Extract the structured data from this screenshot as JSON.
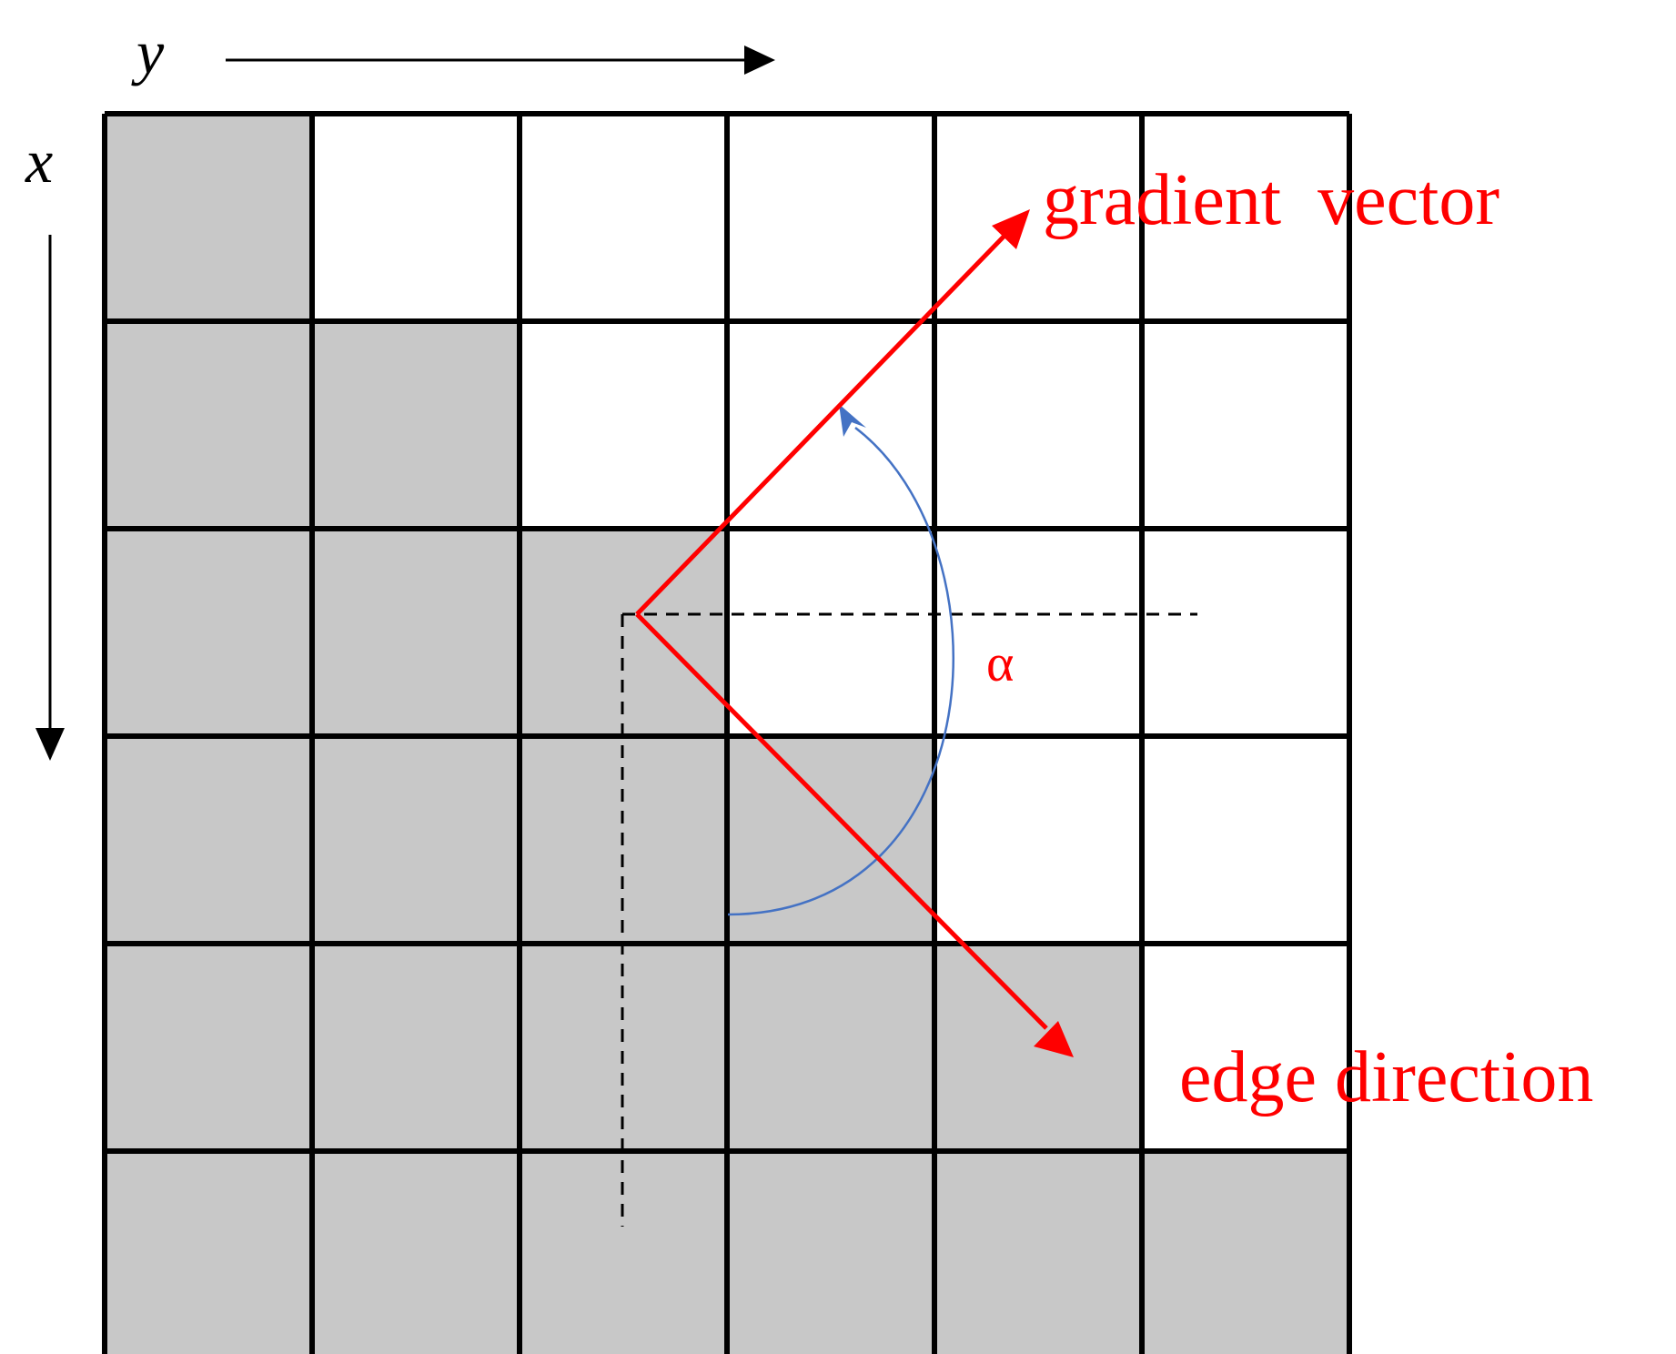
{
  "axes": {
    "y_label": "y",
    "x_label": "x"
  },
  "grid": {
    "rows": 6,
    "cols": 6,
    "shaded_cells": [
      [
        1,
        0,
        0,
        0,
        0,
        0
      ],
      [
        1,
        1,
        0,
        0,
        0,
        0
      ],
      [
        1,
        1,
        1,
        0,
        0,
        0
      ],
      [
        1,
        1,
        1,
        1,
        0,
        0
      ],
      [
        1,
        1,
        1,
        1,
        1,
        0
      ],
      [
        1,
        1,
        1,
        1,
        1,
        1
      ]
    ]
  },
  "labels": {
    "gradient": "gradient  vector",
    "edge": "edge direction",
    "angle": "α"
  },
  "colors": {
    "shade": "#c8c8c8",
    "grid_line": "#000000",
    "vector": "#ff0000",
    "arc": "#4472c4",
    "dashed": "#000000",
    "label": "#ff0000"
  }
}
